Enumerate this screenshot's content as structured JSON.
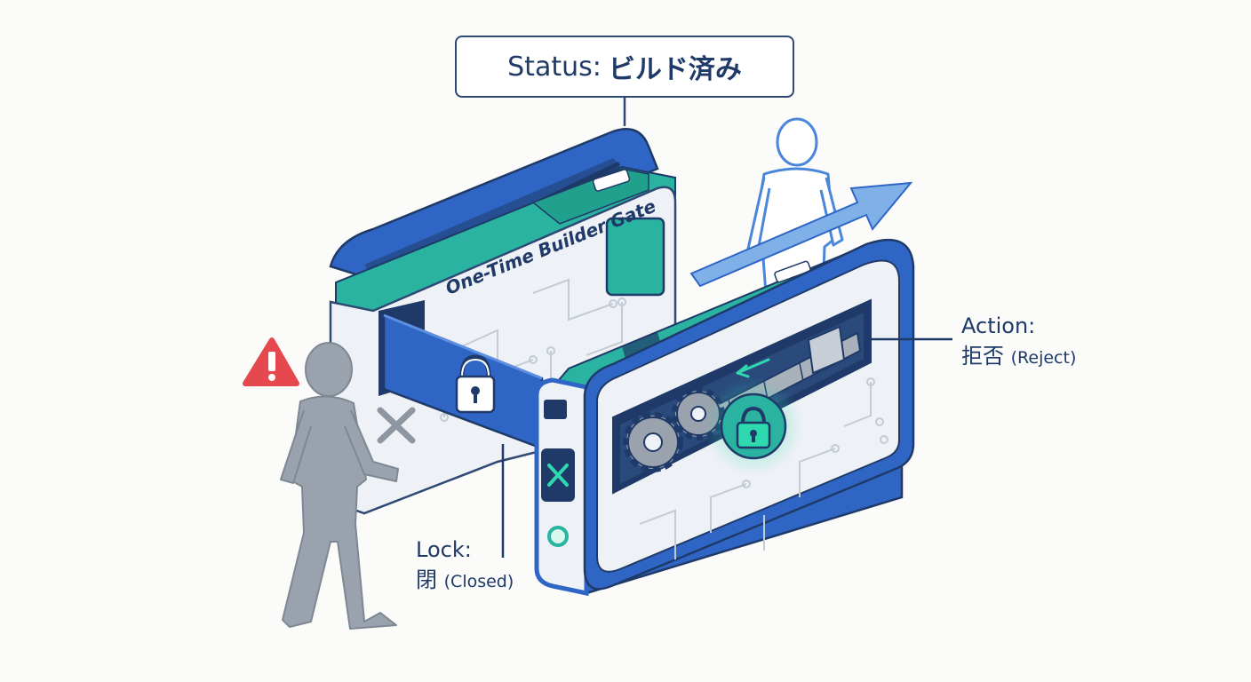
{
  "status": {
    "prefix": "Status:",
    "value": "ビルド済み"
  },
  "gate": {
    "title": "One-Time Builder Gate"
  },
  "lock": {
    "label": "Lock:",
    "value_jp": "閉",
    "value_en": "(Closed)"
  },
  "action": {
    "label": "Action:",
    "value_jp": "拒否",
    "value_en": "(Reject)"
  },
  "colors": {
    "frame_blue": "#2f66c6",
    "dark_navy": "#1f3a68",
    "teal": "#29b3a0",
    "teal_glow": "#2fd9b0",
    "panel": "#eef1f5",
    "warning_red": "#e5484d",
    "person_gray": "#9aa3ad",
    "outline_blue": "#4a86d9"
  },
  "icons": [
    "warning-icon",
    "padlock-icon",
    "x-mark-icon",
    "gear-icon",
    "arrow-icon",
    "status-led-icon"
  ]
}
